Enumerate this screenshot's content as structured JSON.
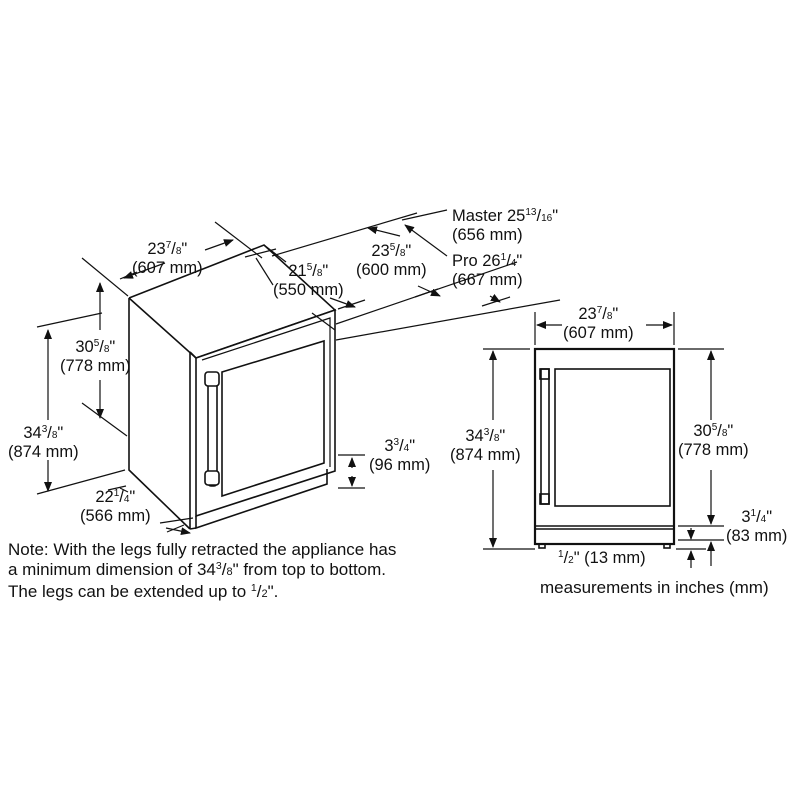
{
  "diagram": {
    "title": "Undercounter wine cooler dimension drawing",
    "units_note": "measurements in inches (mm)",
    "note": {
      "line1": "Note: With the legs fully retracted the appliance has",
      "line2_pre": "a minimum dimension of 34",
      "line2_frac_num": "3",
      "line2_frac_den": "8",
      "line2_post": "\" from top to bottom.",
      "line3_pre": "The legs can be extended up to ",
      "line3_frac_num": "1",
      "line3_frac_den": "2",
      "line3_post": "\"."
    },
    "isometric_view": {
      "width": {
        "whole": "23",
        "num": "7",
        "den": "8",
        "mm": "(607 mm)"
      },
      "depth_cabinet": {
        "whole": "21",
        "num": "5",
        "den": "8",
        "mm": "(550 mm)"
      },
      "depth_door": {
        "whole": "23",
        "num": "5",
        "den": "8",
        "mm": "(600 mm)"
      },
      "depth_master": {
        "prefix": "Master 25",
        "num": "13",
        "den": "16",
        "mm": "(656 mm)"
      },
      "depth_pro": {
        "prefix": "Pro 26",
        "num": "1",
        "den": "4",
        "mm": "(667 mm)"
      },
      "height_door": {
        "whole": "30",
        "num": "5",
        "den": "8",
        "mm": "(778 mm)"
      },
      "height_total": {
        "whole": "34",
        "num": "3",
        "den": "8",
        "mm": "(874 mm)"
      },
      "toe_kick_height": {
        "whole": "3",
        "num": "3",
        "den": "4",
        "mm": "(96 mm)"
      },
      "side_depth": {
        "whole": "22",
        "num": "1",
        "den": "4",
        "mm": "(566 mm)"
      }
    },
    "front_view": {
      "width": {
        "whole": "23",
        "num": "7",
        "den": "8",
        "mm": "(607 mm)"
      },
      "height_total": {
        "whole": "34",
        "num": "3",
        "den": "8",
        "mm": "(874 mm)"
      },
      "height_door": {
        "whole": "30",
        "num": "5",
        "den": "8",
        "mm": "(778 mm)"
      },
      "base_height": {
        "whole": "3",
        "num": "1",
        "den": "4",
        "mm": "(83 mm)"
      },
      "leg_height": {
        "num": "1",
        "den": "2",
        "suffix": "\" (13 mm)"
      }
    },
    "colors": {
      "line": "#111111",
      "background": "#ffffff"
    }
  }
}
